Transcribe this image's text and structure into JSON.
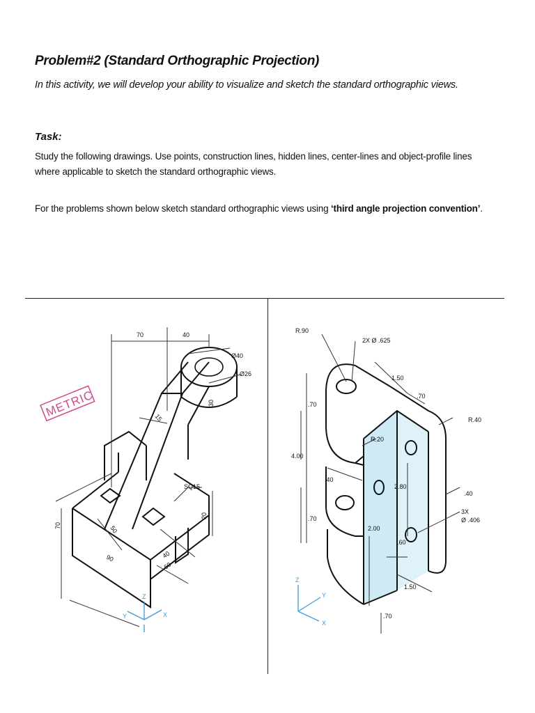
{
  "header": {
    "title": "Problem#2 (Standard Orthographic Projection)",
    "intro": "In this activity, we will develop your ability to visualize and sketch the standard orthographic views."
  },
  "task": {
    "label": "Task:",
    "text": "Study the following drawings. Use points, construction lines, hidden lines, center-lines and object-profile lines where applicable to sketch the standard orthographic views.",
    "note_prefix": "For the problems shown below sketch standard orthographic views using ",
    "note_bold": "‘third angle projection convention’",
    "note_suffix": "."
  },
  "left_drawing": {
    "stamp": "METRIC",
    "dims": {
      "d70_top": "70",
      "d40_top": "40",
      "d40_dia": "Ø40",
      "d26_dia": "Ø26",
      "d30": "30",
      "d15": "15",
      "sq15": "SQ15",
      "d20": "20",
      "d70_side": "70",
      "d50": "50",
      "d90": "90",
      "d40_bot": "40",
      "d60": "60"
    },
    "axes": {
      "x": "X",
      "y": "Y",
      "z": "Z"
    },
    "colors": {
      "stamp": "#d04a8a",
      "axes": "#3a9bd6"
    }
  },
  "right_drawing": {
    "dims": {
      "r90": "R.90",
      "holes2x": "2X  Ø .625",
      "d150_top": "1.50",
      "d70_top": ".70",
      "d70_left": ".70",
      "r20": "R.20",
      "r40": "R.40",
      "d400": "4.00",
      "d40_mid": ".40",
      "d40_right": ".40",
      "d280": "2.80",
      "d70_low": ".70",
      "d200": "2.00",
      "d60": ".60",
      "holes3x_a": "3X",
      "holes3x_b": "Ø .406",
      "d150_bot": "1.50",
      "d70_bot": ".70"
    },
    "axes": {
      "x": "X",
      "y": "Y",
      "z": "Z"
    },
    "colors": {
      "face": "#cdeaf5",
      "axes": "#3a9bd6"
    }
  }
}
